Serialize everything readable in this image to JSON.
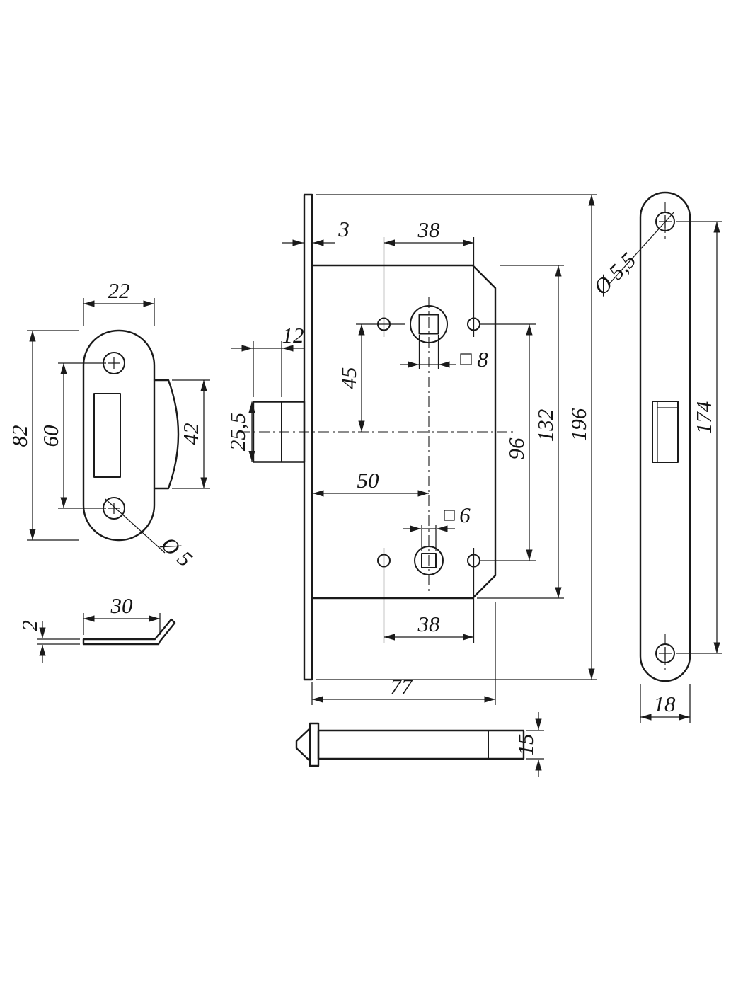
{
  "dims": {
    "strike": {
      "width": "22",
      "height": "82",
      "hole_spacing": "60",
      "tab_height": "42",
      "hole_dia": "Ø 5"
    },
    "strike_side": {
      "width": "30",
      "thickness": "2"
    },
    "body": {
      "faceplate_thickness": "3",
      "top_hole_spacing": "38",
      "latch_bevel": "12",
      "spindle_to_latch": "45",
      "latch_height": "25,5",
      "spindle_square": "8",
      "backset": "50",
      "wc_square": "6",
      "hole_rows_spacing": "96",
      "body_height": "132",
      "faceplate_length": "196",
      "bottom_hole_spacing": "38",
      "body_width": "77"
    },
    "latch_side": {
      "height": "15"
    },
    "faceplate": {
      "hole_dia": "Ø 5,5",
      "hole_spacing": "174",
      "width": "18"
    }
  }
}
